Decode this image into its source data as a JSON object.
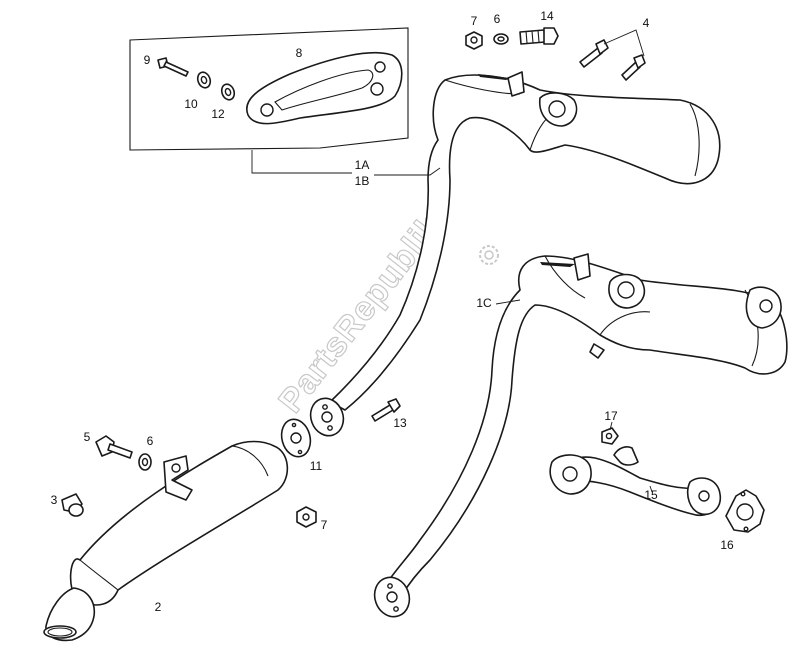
{
  "watermark": {
    "text": "PartsRepublik",
    "color": "#c8c8c8"
  },
  "callouts": {
    "c1a": "1A",
    "c1b": "1B",
    "c1c": "1C",
    "c2": "2",
    "c3": "3",
    "c4": "4",
    "c5": "5",
    "c6a": "6",
    "c6b": "6",
    "c7a": "7",
    "c7b": "7",
    "c8": "8",
    "c9": "9",
    "c10": "10",
    "c11": "11",
    "c12": "12",
    "c13": "13",
    "c14": "14",
    "c15": "15",
    "c16": "16",
    "c17": "17"
  },
  "colors": {
    "line": "#1a1a1a",
    "background": "#ffffff"
  }
}
